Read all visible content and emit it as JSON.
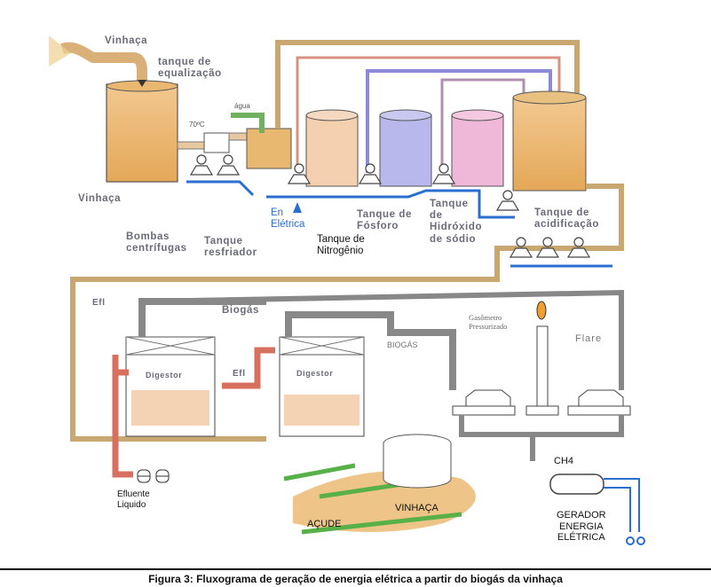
{
  "figure": {
    "caption": "Figura 3: Fluxograma de geração de energia elétrica a partir do biogás da vinhaça"
  },
  "labels": {
    "vinhaca_top": "Vinhaça",
    "tanque_equalizacao_1": "tanque de",
    "tanque_equalizacao_2": "equalização",
    "temp": "70ºC",
    "agua": "água",
    "vinhaca_left": "Vinhaça",
    "bombas_1": "Bombas",
    "bombas_2": "centrífugas",
    "resfriador_1": "Tanque",
    "resfriador_2": "resfriador",
    "energia_1": "En",
    "energia_2": "Elétrica",
    "nitrogenio_1": "Tanque de",
    "nitrogenio_2": "Nitrogênio",
    "fosforo_1": "Tanque de",
    "fosforo_2": "Fósforo",
    "hidroxido_1": "Tanque",
    "hidroxido_2": "de",
    "hidroxido_3": "Hidróxido",
    "hidroxido_4": "de sódio",
    "acidificacao_1": "Tanque de",
    "acidificacao_2": "acidificação",
    "efl_left": "Efl",
    "biogas_top": "Biogás",
    "efl_mid": "Efl",
    "digestor_1": "Digestor",
    "digestor_2": "Digestor",
    "biogas_caps": "BIOGÁS",
    "gasometro_1": "Gasômetro",
    "gasometro_2": "Pressurizado",
    "flare": "Flare",
    "ch4": "CH4",
    "efluente_1": "Efluente",
    "efluente_2": "Liquido",
    "vinhaca_pond": "VINHAÇA",
    "acude": "AÇUDE",
    "gerador_1": "GERADOR",
    "gerador_2": "ENERGIA",
    "gerador_3": "ELÉTRICA"
  },
  "colors": {
    "vinasse": "#e8b060",
    "pipe_tan": "#c8a870",
    "pipe_gray": "#9a9aa0",
    "phosphorus": "#9a9ae0",
    "hydroxide": "#e8a0c8",
    "effluent": "#d87060",
    "electric": "#2a6ed0",
    "grass": "#58b048"
  }
}
